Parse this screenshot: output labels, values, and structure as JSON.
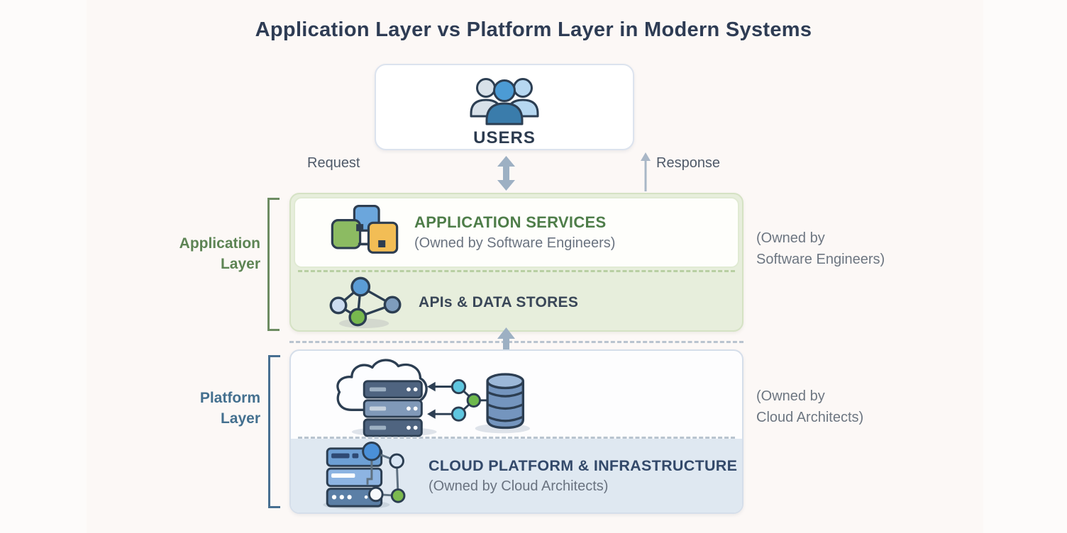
{
  "title": "Application Layer vs Platform Layer in Modern Systems",
  "users_box": {
    "label": "USERS"
  },
  "flow": {
    "request_label": "Request",
    "response_label": "Response"
  },
  "application_layer": {
    "label": "Application\nLayer",
    "services": {
      "title": "APPLICATION SERVICES",
      "subtitle": "(Owned by Software Engineers)"
    },
    "apis": {
      "title": "APIs & DATA STORES"
    },
    "owner_note": "(Owned by\nSoftware Engineers)"
  },
  "platform_layer": {
    "label": "Platform\nLayer",
    "infrastructure": {
      "title": "CLOUD PLATFORM & INFRASTRUCTURE",
      "subtitle": "(Owned by Cloud Architects)"
    },
    "owner_note": "(Owned by\nCloud Architects)"
  },
  "icons": {
    "users": "users-icon",
    "application_services": "modules-icon",
    "apis_data_stores": "network-nodes-icon",
    "platform_stack": "cloud-servers-database-icon",
    "cloud_infrastructure": "server-rack-network-icon",
    "request_response": "double-arrow-icon",
    "response": "up-arrow-icon"
  },
  "colors": {
    "background": "#fcf8f6",
    "title_text": "#2e3c54",
    "green_accent": "#5d8454",
    "green_fill": "#e7eedc",
    "blue_accent": "#44708f",
    "blue_fill": "#dfe8f1",
    "arrow": "#9db0c3",
    "muted_text": "#6d7681"
  }
}
